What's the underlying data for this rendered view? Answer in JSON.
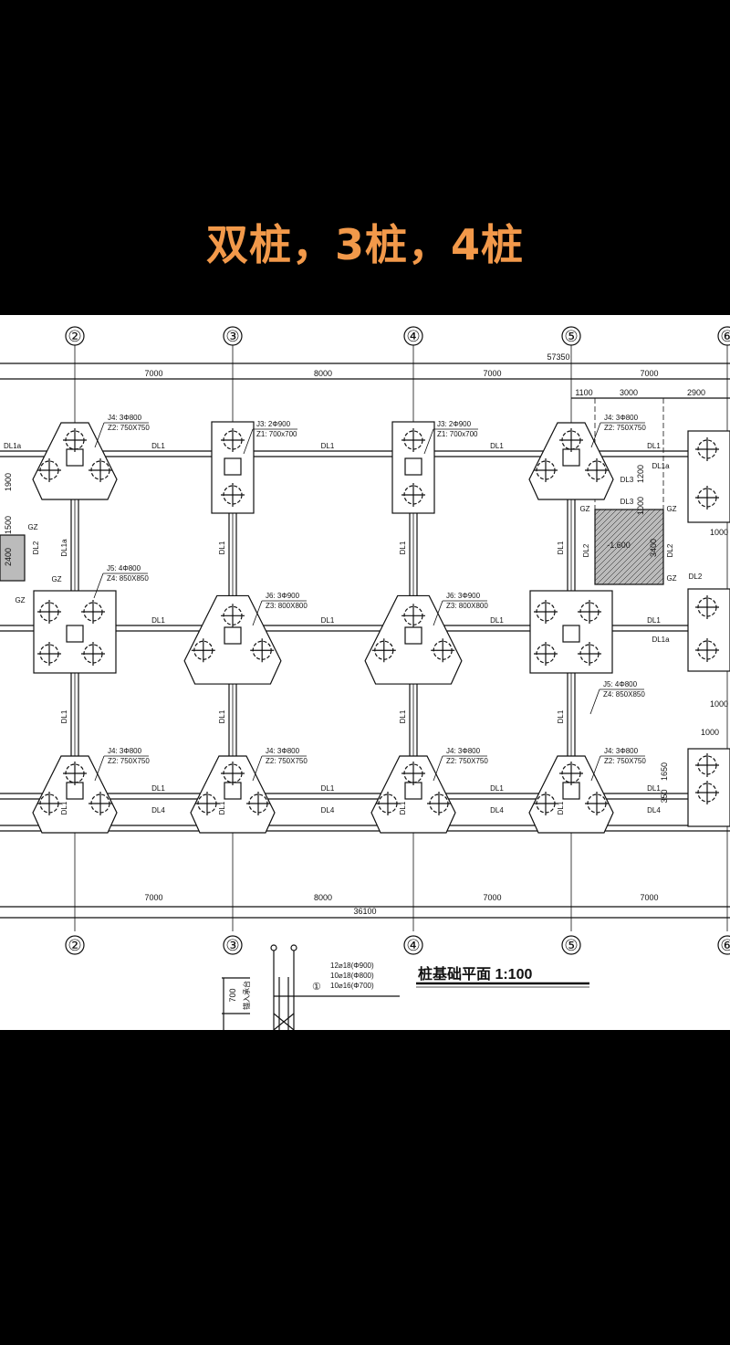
{
  "caption": "双桩，3桩，4桩",
  "drawing": {
    "title": "桩基础平面  1:100",
    "axes": [
      "②",
      "③",
      "④",
      "⑤",
      "⑥"
    ],
    "overall_top": "57350",
    "overall_bottom": "36100",
    "spans": [
      "7000",
      "8000",
      "7000",
      "7000"
    ],
    "sub_spans": [
      "1100",
      "3000",
      "2900"
    ],
    "left_dims": [
      "1900",
      "1500",
      "2400"
    ],
    "right_dims": [
      "1200",
      "1000",
      "3400",
      "1000",
      "1000",
      "1650",
      "350"
    ],
    "pit_level": "-1.600",
    "caps": {
      "J4": [
        "J4: 3Φ800",
        "Z2: 750X750"
      ],
      "J3": [
        "J3: 2Φ900",
        "Z1: 700x700"
      ],
      "J5": [
        "J5: 4Φ800",
        "Z4: 850X850"
      ],
      "J6": [
        "J6: 3Φ900",
        "Z3: 800X800"
      ]
    },
    "beams": {
      "dl1": "DL1",
      "dl1a": "DL1a",
      "dl2": "DL2",
      "dl3": "DL3",
      "dl4": "DL4",
      "gz": "GZ"
    },
    "rebar_notes": [
      "12⌀18(Φ900)",
      "10⌀18(Φ800)",
      "10⌀16(Φ700)"
    ],
    "rebar_marker": "①",
    "detail_dim": "700",
    "detail_label": "锚入承台"
  }
}
